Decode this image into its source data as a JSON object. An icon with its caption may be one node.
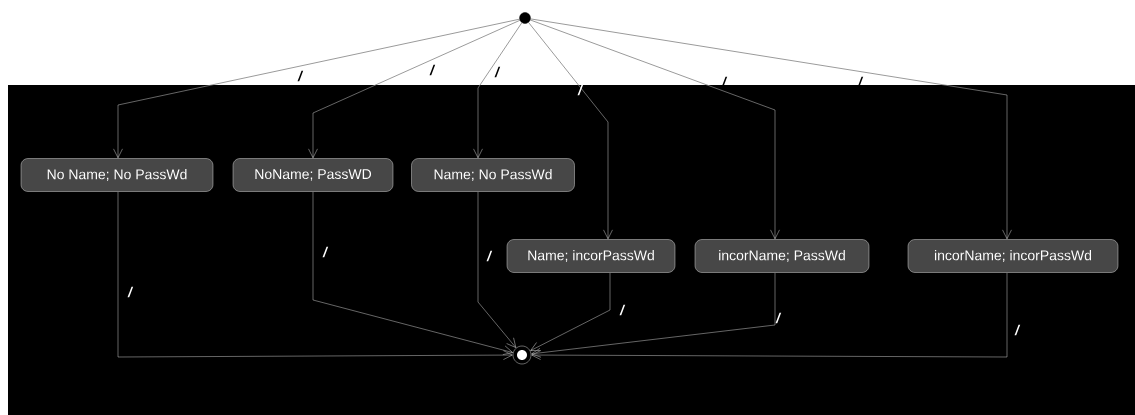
{
  "diagram": {
    "nodes": [
      {
        "text": [],
        "shape": "circle"
      },
      {
        "text": [
          "No Name; No PassWd"
        ]
      },
      {
        "text": [
          "NoName; PassWD"
        ]
      },
      {
        "text": [
          "Name; No PassWd"
        ]
      },
      {
        "text": [
          "Name; incorPassWd"
        ]
      },
      {
        "text": [
          "incorName; PassWd"
        ]
      },
      {
        "text": [
          "incorName; incorPassWd"
        ]
      },
      {
        "text": [],
        "shape": "circle"
      }
    ],
    "edges": [
      {
        "from": 0,
        "to": 1,
        "arrow": "to",
        "label": "/"
      },
      {
        "from": 0,
        "to": 2,
        "arrow": "to",
        "label": "/"
      },
      {
        "from": 0,
        "to": 3,
        "arrow": "to",
        "label": "/"
      },
      {
        "from": 0,
        "to": 4,
        "arrow": "to",
        "label": "/"
      },
      {
        "from": 0,
        "to": 5,
        "arrow": "to",
        "label": "/"
      },
      {
        "from": 0,
        "to": 6,
        "arrow": "to",
        "label": "/"
      },
      {
        "from": 1,
        "to": 7,
        "arrow": "to",
        "label": "/"
      },
      {
        "from": 2,
        "to": 7,
        "arrow": "to",
        "label": "/"
      },
      {
        "from": 3,
        "to": 7,
        "arrow": "to",
        "label": "/"
      },
      {
        "from": 4,
        "to": 7,
        "arrow": "to",
        "label": "/"
      },
      {
        "from": 5,
        "to": 7,
        "arrow": "to",
        "label": "/"
      },
      {
        "from": 6,
        "to": 7,
        "arrow": "to",
        "label": "/"
      }
    ]
  }
}
